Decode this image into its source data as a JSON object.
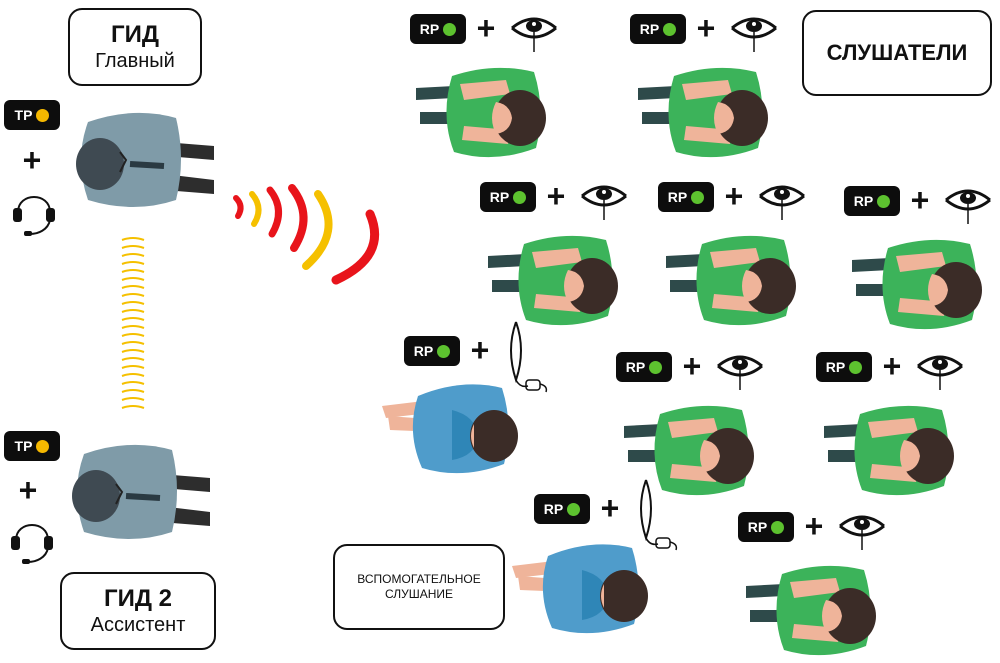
{
  "guide_main": {
    "title": "ГИД",
    "subtitle": "Главный"
  },
  "guide_assistant": {
    "title": "ГИД 2",
    "subtitle": "Ассистент"
  },
  "listeners_title": "СЛУШАТЕЛИ",
  "assistive_label": "ВСПОМОГАТЕЛЬНОЕ СЛУШАНИЕ",
  "transmitter_badge": "TP",
  "receiver_badge": "RP",
  "plus_sign": "+",
  "colors": {
    "transmitter_dot": "#f5b800",
    "receiver_dot": "#5dc22f",
    "wave_red": "#e8141b",
    "wave_yellow": "#f5c000",
    "guide_shirt": "#7f9ba8",
    "listener_shirt": "#3cb35a",
    "assistive_shirt": "#4f9ccb",
    "skin": "#efb49a",
    "hair": "#3b2c27"
  },
  "icons": {
    "guide_headset": "headset-icon",
    "listener_earpiece": "earpiece-icon",
    "assistive_device": "neckloop-icon"
  }
}
